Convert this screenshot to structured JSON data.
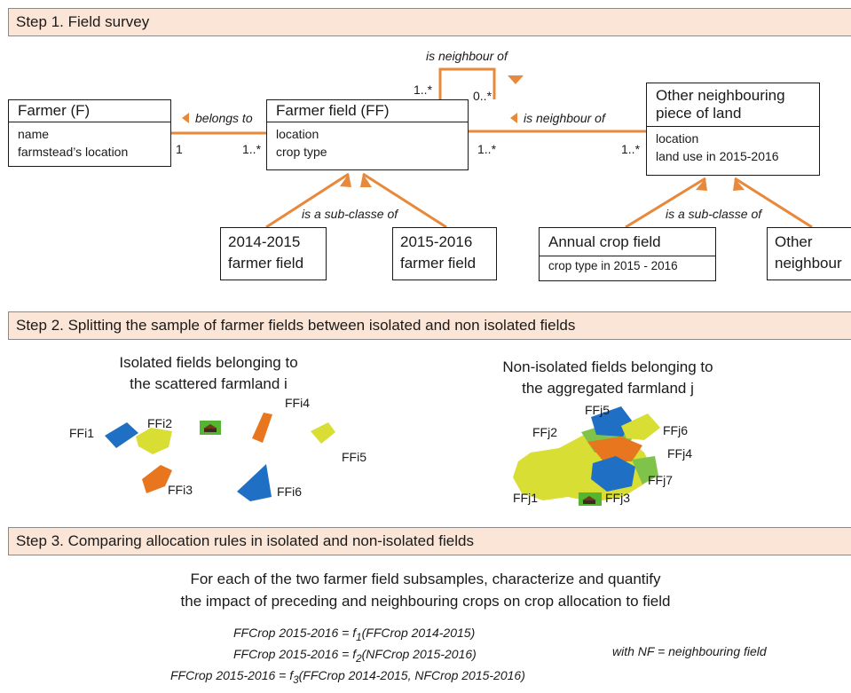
{
  "step1": {
    "header": "Step 1. Field survey",
    "farmer": {
      "title": "Farmer (F)",
      "attr1": "name",
      "attr2": "farmstead’s location"
    },
    "farmer_field": {
      "title": "Farmer field (FF)",
      "attr1": "location",
      "attr2": "crop type"
    },
    "other_land": {
      "title_line1": "Other neighbouring",
      "title_line2": "piece of land",
      "attr1": "location",
      "attr2": "land use in 2015-2016"
    },
    "ff2014": {
      "line1": "2014-2015",
      "line2": "farmer field"
    },
    "ff2015": {
      "line1": "2015-2016",
      "line2": "farmer field"
    },
    "annual": {
      "title": "Annual crop field",
      "attr1": "crop type in 2015 - 2016"
    },
    "other_neigh": {
      "line1": "Other",
      "line2": "neighbour"
    },
    "rel_belongs": "belongs to",
    "rel_neighbour_self": "is neighbour of",
    "rel_neighbour": "is neighbour of",
    "rel_subclass_1": "is a sub-classe of",
    "rel_subclass_2": "is a sub-classe of",
    "mult_farmer": "1",
    "mult_ff_left": "1..*",
    "mult_ff_right": "1..*",
    "mult_other_left": "1..*",
    "mult_self_a": "1..*",
    "mult_self_b": "0..*"
  },
  "step2": {
    "header": "Step 2. Splitting the sample of farmer fields between isolated and non isolated fields",
    "isolated_title_1": "Isolated fields belonging to",
    "isolated_title_2": "the scattered farmland i",
    "nonisolated_title_1": "Non-isolated fields belonging to",
    "nonisolated_title_2": "the aggregated farmland j",
    "isolated_labels": [
      "FFi1",
      "FFi2",
      "FFi3",
      "FFi4",
      "FFi5",
      "FFi6"
    ],
    "nonisolated_labels": [
      "FFj1",
      "FFj2",
      "FFj3",
      "FFj4",
      "FFj5",
      "FFj6",
      "FFj7"
    ],
    "colors": {
      "blue": "#1f6fc5",
      "yellow": "#d9de35",
      "orange": "#e8761f",
      "green": "#7fc34a",
      "farm_bg": "#55b531"
    }
  },
  "step3": {
    "header": "Step 3. Comparing allocation rules in isolated and non-isolated fields",
    "desc_1": "For each of the two farmer field subsamples, characterize and quantify",
    "desc_2": "the impact of preceding and neighbouring crops on crop allocation to field",
    "f1_pre": "FFCrop 2015-2016 = f",
    "f1_sub": "1",
    "f1_post": "(FFCrop 2014-2015)",
    "f2_pre": "FFCrop 2015-2016 = f",
    "f2_sub": "2",
    "f2_post": "(NFCrop 2015-2016)",
    "f3_pre": "FFCrop 2015-2016 = f",
    "f3_sub": "3",
    "f3_post": "(FFCrop 2014-2015, NFCrop 2015-2016)",
    "note": "with NF = neighbouring field"
  },
  "colors": {
    "header_bg": "#fbe5d6",
    "connector": "#e8883a"
  }
}
